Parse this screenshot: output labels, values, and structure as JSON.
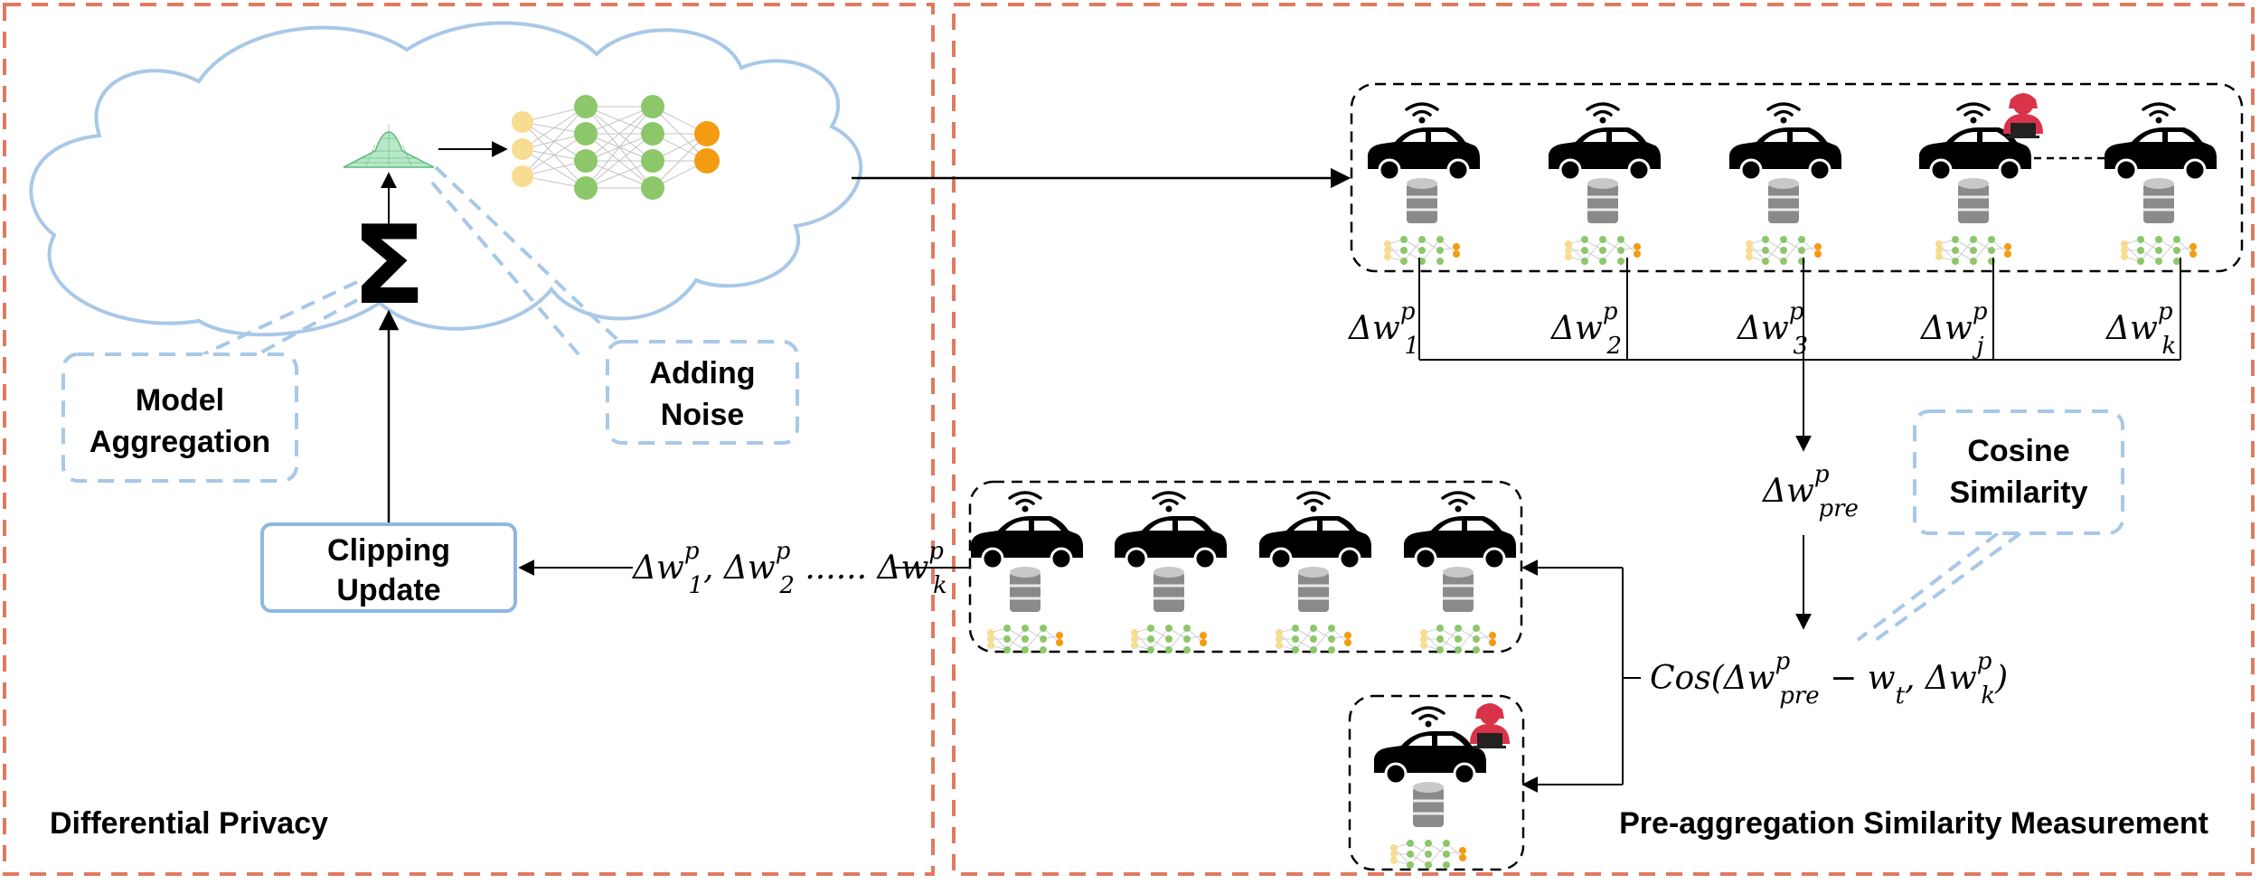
{
  "panels": {
    "left_title": "Differential Privacy",
    "right_title": "Pre-aggregation Similarity Measurement"
  },
  "callouts": {
    "model_aggregation": [
      "Model",
      "Aggregation"
    ],
    "adding_noise": [
      "Adding",
      "Noise"
    ],
    "clipping_update": [
      "Clipping",
      "Update"
    ],
    "cosine_similarity": [
      "Cosine",
      "Similarity"
    ]
  },
  "symbols": {
    "sum": "Σ"
  },
  "math": {
    "client_updates": [
      {
        "base": "Δw",
        "sup": "p",
        "sub": "1"
      },
      {
        "base": "Δw",
        "sup": "p",
        "sub": "2"
      },
      {
        "base": "Δw",
        "sup": "p",
        "sub": "3"
      },
      {
        "base": "Δw",
        "sup": "p",
        "sub": "j"
      },
      {
        "base": "Δw",
        "sup": "p",
        "sub": "k"
      }
    ],
    "pre": {
      "base": "Δw",
      "sup": "p",
      "sub": "pre"
    },
    "cos": {
      "prefix": "Cos(Δw",
      "sup1": "p",
      "sub1": "pre",
      "mid": " − w",
      "sub2": "t",
      "mid2": ", Δw",
      "sup3": "p",
      "sub3": "k",
      "suffix": ")"
    },
    "list": {
      "t1": "Δw",
      "sup1": "p",
      "sub1": "1",
      "t2": ", Δw",
      "sup2": "p",
      "sub2": "2",
      "t3": " ...... Δw",
      "sup3": "p",
      "sub3": "k"
    }
  },
  "colors": {
    "panel_border": "#e07a5f",
    "cloud": "#a8c8e8",
    "callout": "#a8c8e8",
    "clip_box": "#8fb8de",
    "nn_green": "#8cc76a",
    "nn_yellow": "#f7dc91",
    "nn_orange": "#f39c12",
    "attacker": "#d9334a"
  },
  "icons": [
    "car-icon",
    "wifi-icon",
    "database-icon",
    "neural-net-icon",
    "attacker-icon",
    "gaussian-noise-icon",
    "cloud-icon"
  ]
}
